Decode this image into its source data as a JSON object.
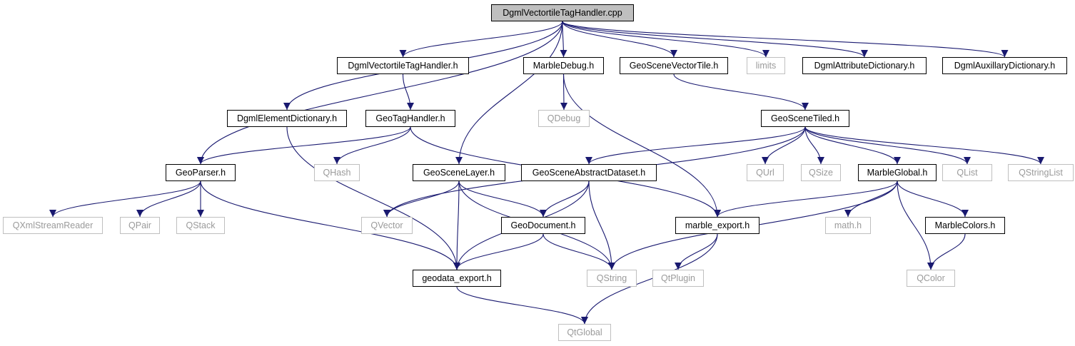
{
  "diagram": {
    "edge_color": "#191970",
    "nodes": [
      {
        "id": "root",
        "label": "DgmlVectortileTagHandler.cpp",
        "kind": "root"
      },
      {
        "id": "vthh",
        "label": "DgmlVectortileTagHandler.h",
        "kind": "local"
      },
      {
        "id": "debug",
        "label": "MarbleDebug.h",
        "kind": "local"
      },
      {
        "id": "svt",
        "label": "GeoSceneVectorTile.h",
        "kind": "local"
      },
      {
        "id": "limits",
        "label": "limits",
        "kind": "external"
      },
      {
        "id": "attr",
        "label": "DgmlAttributeDictionary.h",
        "kind": "local"
      },
      {
        "id": "aux",
        "label": "DgmlAuxillaryDictionary.h",
        "kind": "local"
      },
      {
        "id": "elem",
        "label": "DgmlElementDictionary.h",
        "kind": "local"
      },
      {
        "id": "tag",
        "label": "GeoTagHandler.h",
        "kind": "local"
      },
      {
        "id": "qdebug",
        "label": "QDebug",
        "kind": "external"
      },
      {
        "id": "tiled",
        "label": "GeoSceneTiled.h",
        "kind": "local"
      },
      {
        "id": "parser",
        "label": "GeoParser.h",
        "kind": "local"
      },
      {
        "id": "qhash",
        "label": "QHash",
        "kind": "external"
      },
      {
        "id": "layer",
        "label": "GeoSceneLayer.h",
        "kind": "local"
      },
      {
        "id": "abstract",
        "label": "GeoSceneAbstractDataset.h",
        "kind": "local"
      },
      {
        "id": "qurl",
        "label": "QUrl",
        "kind": "external"
      },
      {
        "id": "qsize",
        "label": "QSize",
        "kind": "external"
      },
      {
        "id": "global",
        "label": "MarbleGlobal.h",
        "kind": "local"
      },
      {
        "id": "qlist",
        "label": "QList",
        "kind": "external"
      },
      {
        "id": "qstringlist",
        "label": "QStringList",
        "kind": "external"
      },
      {
        "id": "qxml",
        "label": "QXmlStreamReader",
        "kind": "external"
      },
      {
        "id": "qpair",
        "label": "QPair",
        "kind": "external"
      },
      {
        "id": "qstack",
        "label": "QStack",
        "kind": "external"
      },
      {
        "id": "qvector",
        "label": "QVector",
        "kind": "external"
      },
      {
        "id": "doc",
        "label": "GeoDocument.h",
        "kind": "local"
      },
      {
        "id": "mexport",
        "label": "marble_export.h",
        "kind": "local"
      },
      {
        "id": "math",
        "label": "math.h",
        "kind": "external"
      },
      {
        "id": "colors",
        "label": "MarbleColors.h",
        "kind": "local"
      },
      {
        "id": "gexport",
        "label": "geodata_export.h",
        "kind": "local"
      },
      {
        "id": "qstring",
        "label": "QString",
        "kind": "external"
      },
      {
        "id": "qtplugin",
        "label": "QtPlugin",
        "kind": "external"
      },
      {
        "id": "qcolor",
        "label": "QColor",
        "kind": "external"
      },
      {
        "id": "qtglobal",
        "label": "QtGlobal",
        "kind": "external"
      }
    ],
    "edges": [
      [
        "root",
        "vthh"
      ],
      [
        "root",
        "debug"
      ],
      [
        "root",
        "svt"
      ],
      [
        "root",
        "limits"
      ],
      [
        "root",
        "attr"
      ],
      [
        "root",
        "aux"
      ],
      [
        "root",
        "elem"
      ],
      [
        "root",
        "parser"
      ],
      [
        "root",
        "layer"
      ],
      [
        "vthh",
        "tag"
      ],
      [
        "debug",
        "qdebug"
      ],
      [
        "debug",
        "mexport"
      ],
      [
        "svt",
        "tiled"
      ],
      [
        "elem",
        "gexport"
      ],
      [
        "tag",
        "parser"
      ],
      [
        "tag",
        "qhash"
      ],
      [
        "tag",
        "mexport"
      ],
      [
        "tiled",
        "abstract"
      ],
      [
        "tiled",
        "qvector"
      ],
      [
        "tiled",
        "qurl"
      ],
      [
        "tiled",
        "qsize"
      ],
      [
        "tiled",
        "global"
      ],
      [
        "tiled",
        "qlist"
      ],
      [
        "tiled",
        "qstringlist"
      ],
      [
        "parser",
        "qxml"
      ],
      [
        "parser",
        "qpair"
      ],
      [
        "parser",
        "qstack"
      ],
      [
        "parser",
        "gexport"
      ],
      [
        "layer",
        "qvector"
      ],
      [
        "layer",
        "doc"
      ],
      [
        "layer",
        "gexport"
      ],
      [
        "layer",
        "qstring"
      ],
      [
        "abstract",
        "doc"
      ],
      [
        "abstract",
        "gexport"
      ],
      [
        "abstract",
        "qstring"
      ],
      [
        "doc",
        "gexport"
      ],
      [
        "doc",
        "qstring"
      ],
      [
        "global",
        "mexport"
      ],
      [
        "global",
        "qstring"
      ],
      [
        "global",
        "math"
      ],
      [
        "global",
        "colors"
      ],
      [
        "global",
        "qcolor"
      ],
      [
        "mexport",
        "qtplugin"
      ],
      [
        "mexport",
        "qtglobal"
      ],
      [
        "colors",
        "qcolor"
      ],
      [
        "gexport",
        "qtglobal"
      ]
    ]
  }
}
